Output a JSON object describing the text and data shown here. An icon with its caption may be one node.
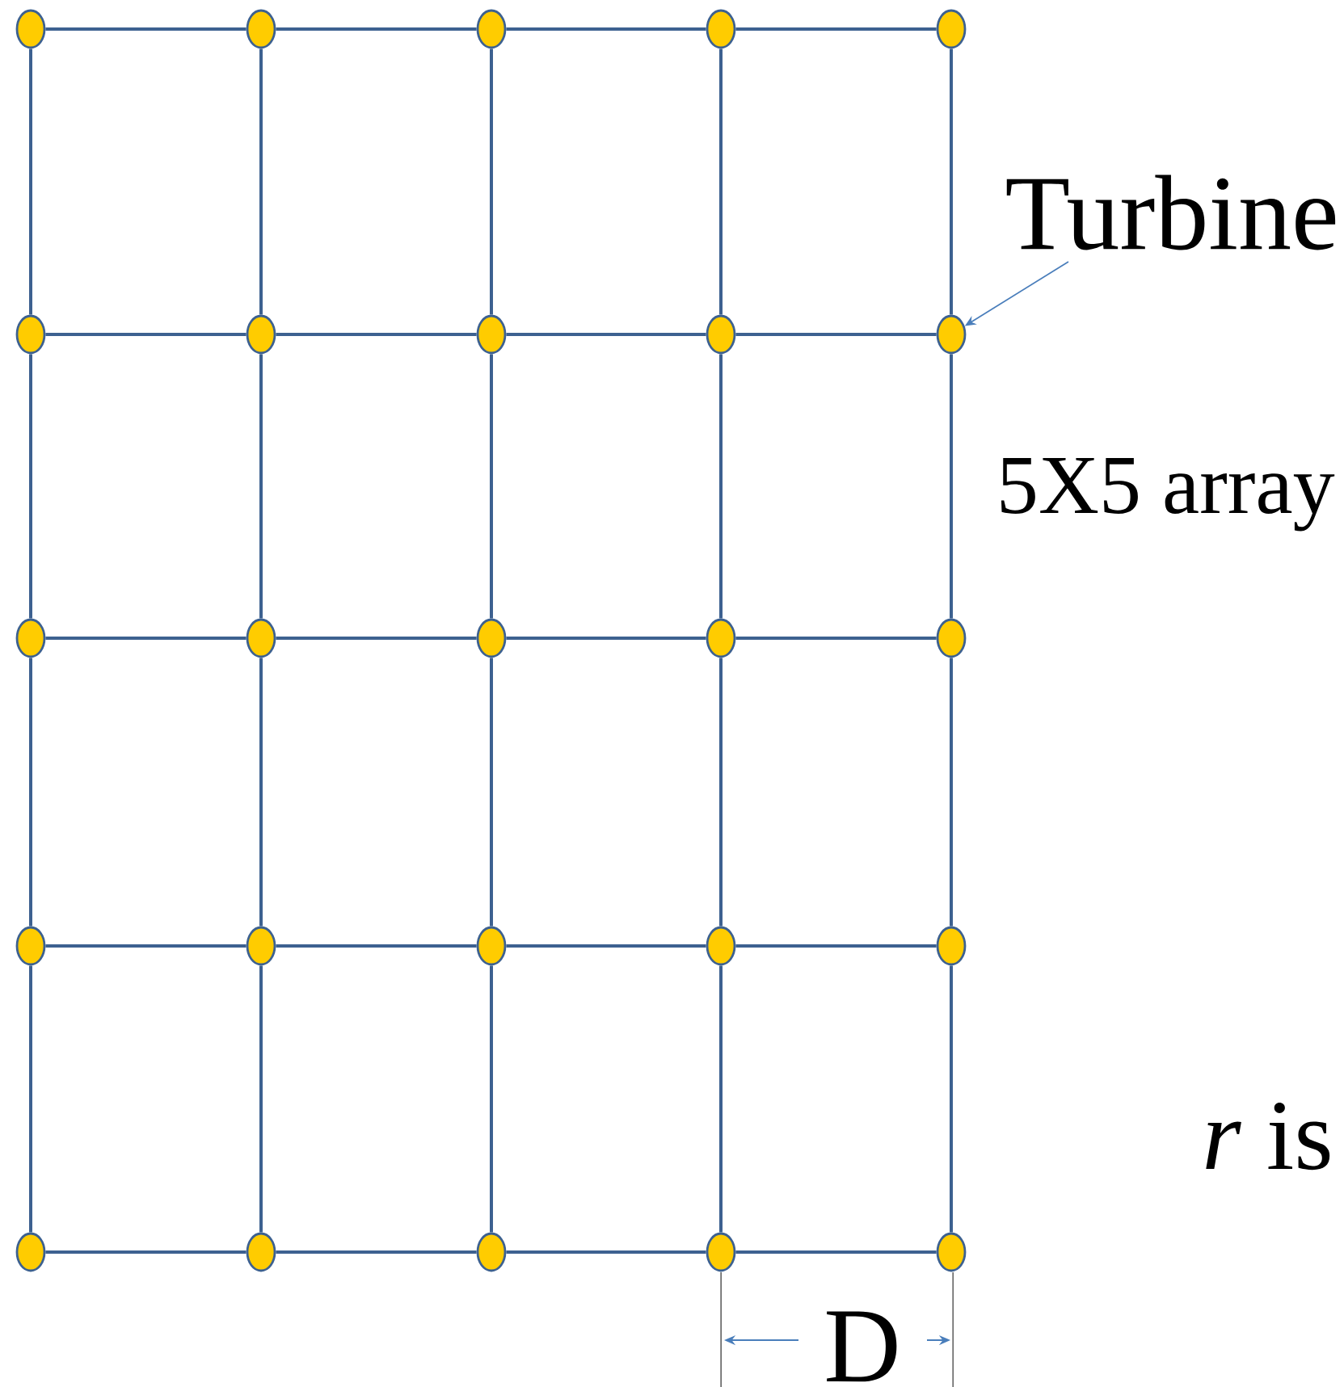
{
  "diagram": {
    "nodes": [
      {
        "text": [],
        "shape": "circle"
      },
      {
        "text": [],
        "shape": "circle"
      },
      {
        "text": [],
        "shape": "circle"
      },
      {
        "text": [],
        "shape": "circle"
      },
      {
        "text": [],
        "shape": "circle"
      },
      {
        "text": [],
        "shape": "circle"
      },
      {
        "text": [],
        "shape": "circle"
      },
      {
        "text": [],
        "shape": "circle"
      },
      {
        "text": [],
        "shape": "circle"
      },
      {
        "text": [],
        "shape": "circle"
      },
      {
        "text": [],
        "shape": "circle"
      },
      {
        "text": [],
        "shape": "circle"
      },
      {
        "text": [],
        "shape": "circle"
      },
      {
        "text": [],
        "shape": "circle"
      },
      {
        "text": [],
        "shape": "circle"
      },
      {
        "text": [],
        "shape": "circle"
      },
      {
        "text": [],
        "shape": "circle"
      },
      {
        "text": [],
        "shape": "circle"
      },
      {
        "text": [],
        "shape": "circle"
      },
      {
        "text": [],
        "shape": "circle"
      },
      {
        "text": [],
        "shape": "circle"
      },
      {
        "text": [],
        "shape": "circle"
      },
      {
        "text": [],
        "shape": "circle"
      },
      {
        "text": [],
        "shape": "circle"
      },
      {
        "text": [],
        "shape": "circle"
      },
      {
        "text": [
          "Turbine"
        ]
      }
    ],
    "edges": [
      {
        "from": 0,
        "to": 1,
        "arrow": "none"
      },
      {
        "from": 1,
        "to": 2,
        "arrow": "none"
      },
      {
        "from": 2,
        "to": 3,
        "arrow": "none"
      },
      {
        "from": 3,
        "to": 4,
        "arrow": "none"
      },
      {
        "from": 5,
        "to": 6,
        "arrow": "none"
      },
      {
        "from": 6,
        "to": 7,
        "arrow": "none"
      },
      {
        "from": 7,
        "to": 8,
        "arrow": "none"
      },
      {
        "from": 8,
        "to": 9,
        "arrow": "none"
      },
      {
        "from": 10,
        "to": 11,
        "arrow": "none"
      },
      {
        "from": 11,
        "to": 12,
        "arrow": "none"
      },
      {
        "from": 12,
        "to": 13,
        "arrow": "none"
      },
      {
        "from": 13,
        "to": 14,
        "arrow": "none"
      },
      {
        "from": 15,
        "to": 16,
        "arrow": "none"
      },
      {
        "from": 16,
        "to": 17,
        "arrow": "none"
      },
      {
        "from": 17,
        "to": 18,
        "arrow": "none"
      },
      {
        "from": 18,
        "to": 19,
        "arrow": "none"
      },
      {
        "from": 20,
        "to": 21,
        "arrow": "none"
      },
      {
        "from": 21,
        "to": 22,
        "arrow": "none"
      },
      {
        "from": 22,
        "to": 23,
        "arrow": "none"
      },
      {
        "from": 23,
        "to": 24,
        "arrow": "none"
      },
      {
        "from": 0,
        "to": 5,
        "arrow": "none"
      },
      {
        "from": 1,
        "to": 6,
        "arrow": "none"
      },
      {
        "from": 2,
        "to": 7,
        "arrow": "none"
      },
      {
        "from": 3,
        "to": 8,
        "arrow": "none"
      },
      {
        "from": 4,
        "to": 9,
        "arrow": "none"
      },
      {
        "from": 5,
        "to": 10,
        "arrow": "none"
      },
      {
        "from": 6,
        "to": 11,
        "arrow": "none"
      },
      {
        "from": 7,
        "to": 12,
        "arrow": "none"
      },
      {
        "from": 8,
        "to": 13,
        "arrow": "none"
      },
      {
        "from": 9,
        "to": 14,
        "arrow": "none"
      },
      {
        "from": 10,
        "to": 15,
        "arrow": "none"
      },
      {
        "from": 11,
        "to": 16,
        "arrow": "none"
      },
      {
        "from": 12,
        "to": 17,
        "arrow": "none"
      },
      {
        "from": 13,
        "to": 18,
        "arrow": "none"
      },
      {
        "from": 14,
        "to": 19,
        "arrow": "none"
      },
      {
        "from": 15,
        "to": 20,
        "arrow": "none"
      },
      {
        "from": 16,
        "to": 21,
        "arrow": "none"
      },
      {
        "from": 17,
        "to": 22,
        "arrow": "none"
      },
      {
        "from": 18,
        "to": 23,
        "arrow": "none"
      },
      {
        "from": 19,
        "to": 24,
        "arrow": "none"
      },
      {
        "from": 25,
        "to": 9,
        "arrow": "to",
        "color": "#4a7ebb"
      }
    ],
    "labels": [
      "5X5 array",
      "*r* is",
      "D"
    ]
  }
}
